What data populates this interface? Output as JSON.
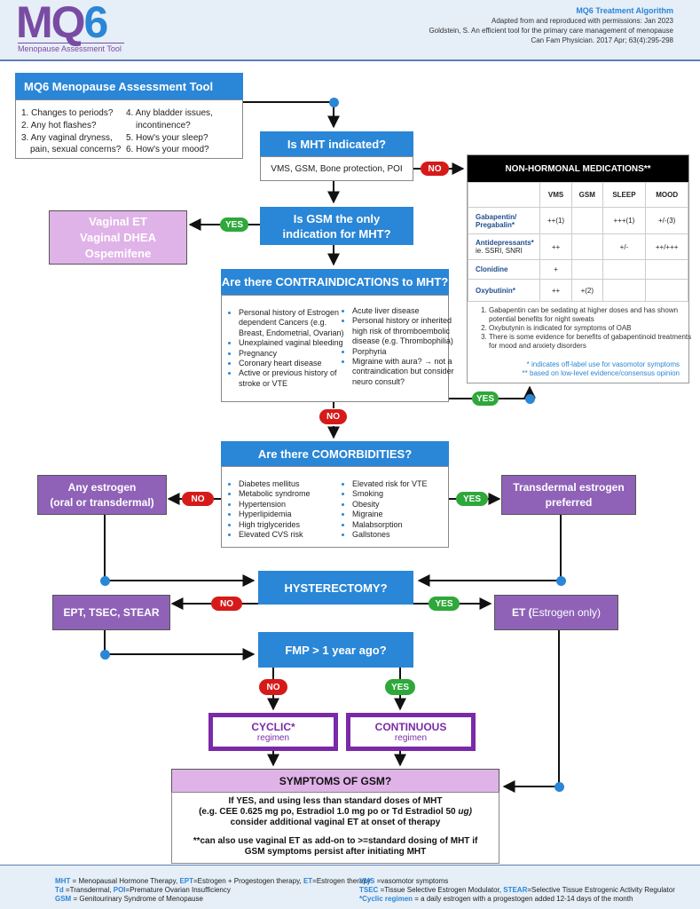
{
  "header": {
    "logo_main": "MQ",
    "logo_digit": "6",
    "logo_sub": "Menopause Assessment Tool",
    "title": "MQ6 Treatment Algorithm",
    "line1": "Adapted from and reproduced with permissions: Jan 2023",
    "line2": "Goldstein, S. An efficient tool for the primary care management of menopause",
    "line3": "Can Fam Physician. 2017 Apr; 63(4):295-298"
  },
  "tool": {
    "title": "MQ6 Menopause Assessment Tool",
    "q1": "1. Changes to periods?",
    "q2": "2. Any hot flashes?",
    "q3a": "3. Any vaginal dryness,",
    "q3b": "pain, sexual concerns?",
    "q4a": "4. Any bladder issues,",
    "q4b": "incontinence?",
    "q5": "5. How's your sleep?",
    "q6": "6. How's your mood?"
  },
  "mht": {
    "title": "Is MHT indicated?",
    "body": "VMS, GSM, Bone protection, POI"
  },
  "gsm_q": {
    "line1": "Is GSM the only",
    "line2": "indication for MHT?"
  },
  "vaginal": {
    "l1": "Vaginal ET",
    "l2": "Vaginal DHEA",
    "l3": "Ospemifene"
  },
  "contra": {
    "title": "Are there CONTRAINDICATIONS to MHT?",
    "left": [
      "Personal history of Estrogen dependent Cancers (e.g. Breast, Endometrial, Ovarian)",
      "Unexplained vaginal bleeding",
      "Pregnancy",
      "Coronary heart disease",
      "Active or previous history of stroke or VTE"
    ],
    "right": [
      "Acute liver disease",
      "Personal history or inherited high risk of thromboembolic disease (e.g. Thrombophilia)",
      "Porphyria",
      "Migraine with aura? → not a contraindication but consider neuro consult?"
    ]
  },
  "nonhormonal": {
    "title": "NON-HORMONAL MEDICATIONS**",
    "cols": [
      "VMS",
      "GSM",
      "SLEEP",
      "MOOD"
    ],
    "rows": [
      {
        "name": "Gabapentin/ Pregabalin*",
        "vms": "++(1)",
        "gsm": "",
        "sleep": "+++(1)",
        "mood": "+/-(3)"
      },
      {
        "name": "Antidepressants*",
        "sub": "ie. SSRI, SNRI",
        "vms": "++",
        "gsm": "",
        "sleep": "+/-",
        "mood": "++/+++"
      },
      {
        "name": "Clonidine",
        "vms": "+",
        "gsm": "",
        "sleep": "",
        "mood": ""
      },
      {
        "name": "Oxybutinin*",
        "vms": "++",
        "gsm": "+(2)",
        "sleep": "",
        "mood": ""
      }
    ],
    "notes": [
      "Gabapentin can be sedating at higher doses and has shown potential benefits for night sweats",
      "Oxybutynin is indicated for symptoms of OAB",
      "There is some evidence for benefits of gabapentinoid treatments for mood and anxiety disorders"
    ],
    "foot1": "* indicates off-label use for vasomotor symptoms",
    "foot2": "** based on low-level evidence/consensus opinion"
  },
  "comorb": {
    "title": "Are there COMORBIDITIES?",
    "left": [
      "Diabetes mellitus",
      "Metabolic syndrome",
      "Hypertension",
      "Hyperlipidemia",
      "High triglycerides",
      "Elevated CVS risk"
    ],
    "right": [
      "Elevated risk for VTE",
      "Smoking",
      "Obesity",
      "Migraine",
      "Malabsorption",
      "Gallstones"
    ]
  },
  "any_estrogen": {
    "l1": "Any estrogen",
    "l2": "(oral or transdermal)"
  },
  "transdermal": {
    "l1": "Transdermal estrogen",
    "l2": "preferred"
  },
  "hysterectomy": "HYSTERECTOMY?",
  "ept": "EPT, TSEC, STEAR",
  "et": {
    "a": "ET (",
    "b": "Estrogen only)"
  },
  "fmp": "FMP > 1 year ago?",
  "cyclic": {
    "title": "CYCLIC*",
    "sub": "regimen"
  },
  "continuous": {
    "title": "CONTINUOUS",
    "sub": "regimen"
  },
  "gsm_sym": {
    "title": "SYMPTOMS OF GSM?",
    "l1": "If YES, and using less than standard doses of MHT",
    "l2a": "(e.g.  CEE 0.625 mg po, Estradiol 1.0 mg po or Td Estradiol 50 ",
    "l2b": "ug)",
    "l3": "consider additional vaginal ET at onset of therapy",
    "l4": "**can also use vaginal ET as add-on to >=standard dosing of MHT if",
    "l5": "GSM symptoms persist after initiating MHT"
  },
  "pills": {
    "yes": "YES",
    "no": "NO"
  },
  "footer": {
    "a1k": "MHT",
    "a1v": " = Menopausal Hormone Therapy, ",
    "a2k": "EPT",
    "a2v": "=Estrogen + Progestogen therapy, ",
    "a3k": "ET",
    "a3v": "=Estrogen therapy",
    "b1k": "Td",
    "b1v": " =Transdermal, ",
    "b2k": "POI",
    "b2v": "=Premature Ovarian Insufficiency",
    "c1k": "GSM",
    "c1v": " = Genitourinary Syndrome of Menopause",
    "d1k": "VMS",
    "d1v": " =vasomotor symptoms",
    "e1k": "TSEC",
    "e1v": " =Tissue Selective Estrogen Modulator, ",
    "e2k": "STEAR",
    "e2v": "=Selective Tissue Estrogenic Activity Regulator",
    "f1k": "*Cyclic regimen",
    "f1v": " = a daily estrogen with a progestogen added 12-14 days of the month"
  },
  "colors": {
    "blue": "#2a86d6",
    "purple": "#8f62b8",
    "pink": "#e0b3e8",
    "red": "#d61a1a",
    "green": "#2ea83a"
  }
}
